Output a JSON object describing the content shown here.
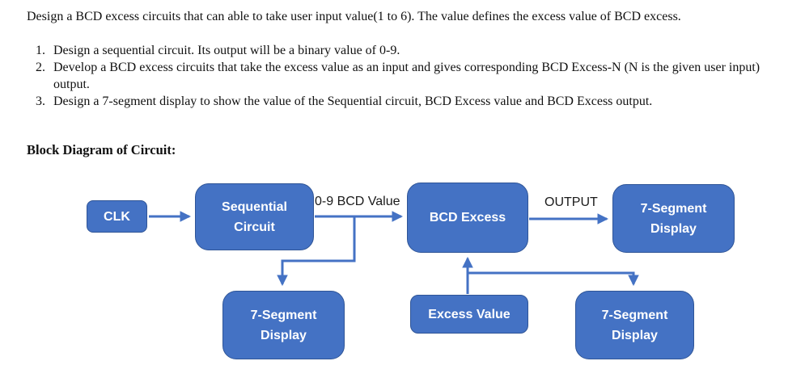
{
  "intro": "Design a BCD excess circuits that can able to take user input value(1 to 6). The value defines the excess value of BCD excess.",
  "steps": [
    "Design a sequential circuit. Its output will be a binary value of 0-9.",
    "Develop a BCD excess circuits that take the excess value as an input and gives corresponding BCD Excess-N (N is the given user input) output.",
    "Design a 7-segment display to show the value of the Sequential circuit, BCD Excess value and BCD Excess output."
  ],
  "diagram_heading": "Block Diagram of Circuit:",
  "diagram": {
    "blocks": {
      "clk": "CLK",
      "sequential": "Sequential Circuit",
      "bcd_excess": "BCD Excess",
      "seg_top_right": "7-Segment Display",
      "seg_bottom_left": "7-Segment Display",
      "excess_value": "Excess Value",
      "seg_bottom_right": "7-Segment Display"
    },
    "labels": {
      "bcd_value": "0-9 BCD Value",
      "output": "OUTPUT"
    },
    "colors": {
      "block_fill": "#4472C4",
      "block_border": "#2F5597",
      "connector": "#4472C4",
      "block_text": "#FFFFFF",
      "label_text": "#1A1A1A"
    }
  }
}
